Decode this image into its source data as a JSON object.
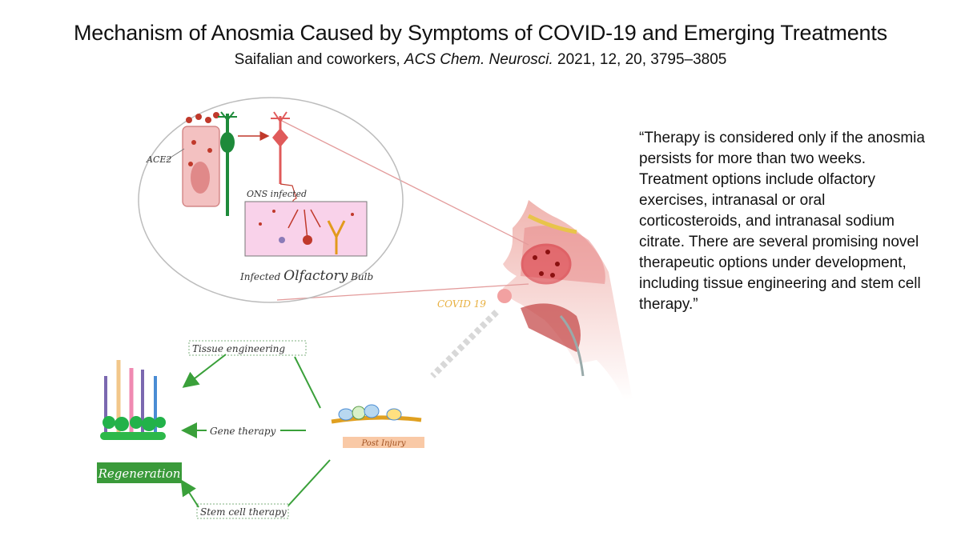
{
  "slide": {
    "title": "Mechanism of Anosmia Caused by Symptoms of COVID-19 and Emerging Treatments",
    "citation": {
      "authors": "Saifalian and coworkers,",
      "journal": "ACS Chem. Neurosci.",
      "details": "2021, 12, 20, 3795–3805"
    },
    "quote": "“Therapy is considered only if the anosmia persists for more than two weeks. Treatment options include olfactory exercises, intranasal or oral corticosteroids, and intranasal sodium citrate. There are several promising novel therapeutic options under development, including tissue engineering and stem cell therapy.”"
  },
  "diagram": {
    "labels": {
      "ace2": "ACE2",
      "ons_infected": "ONS infected",
      "infected_bulb_prefix": "Infected ",
      "infected_bulb_word": "Olfactory",
      "infected_bulb_suffix": " Bulb",
      "covid": "COVID 19",
      "tissue_engineering": "Tissue engineering",
      "gene_therapy": "Gene therapy",
      "stem_cell_therapy": "Stem cell therapy",
      "post_injury": "Post Injury",
      "regeneration": "Regeneration"
    },
    "colors": {
      "virus_red": "#c0392b",
      "neuron_green": "#1e8a3a",
      "arrow_green": "#3aa03a",
      "regeneration_box": "#3a9a3a",
      "post_injury_box": "#f9c9a6",
      "bulb_box": "#f9d2ea",
      "cell_pink": "#f3c1c1",
      "anatomy_pink": "#f0b5b0"
    }
  }
}
